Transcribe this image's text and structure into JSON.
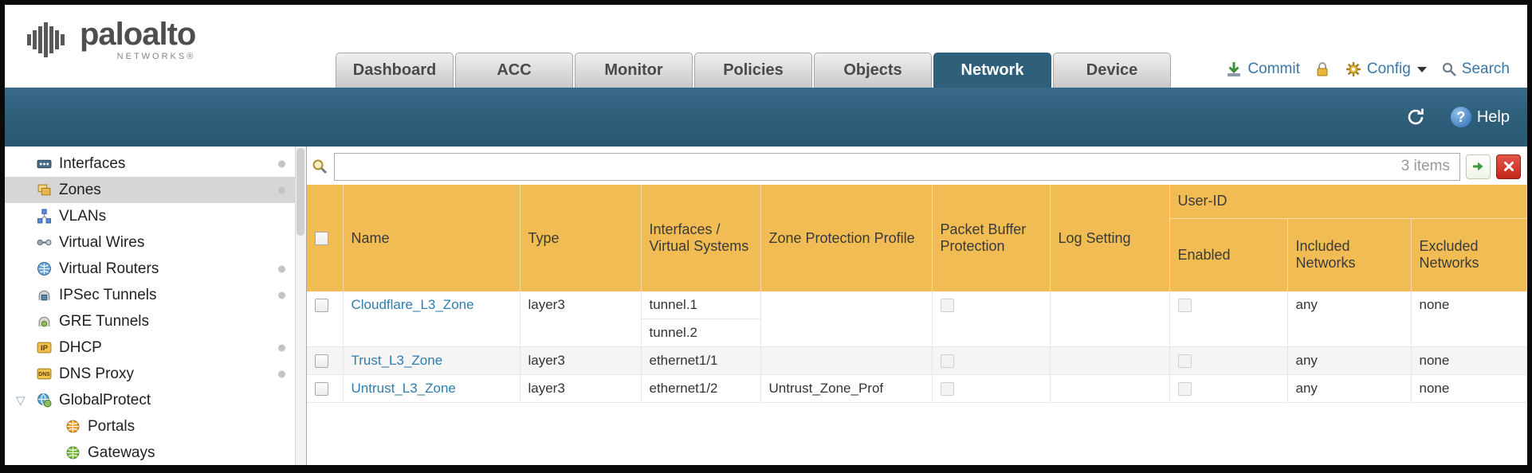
{
  "brand": {
    "name": "paloalto",
    "sub": "NETWORKS®"
  },
  "nav": {
    "tabs": [
      "Dashboard",
      "ACC",
      "Monitor",
      "Policies",
      "Objects",
      "Network",
      "Device"
    ],
    "active_tab": "Network"
  },
  "header_actions": {
    "commit": "Commit",
    "config": "Config",
    "search": "Search"
  },
  "toolbar": {
    "help": "Help"
  },
  "icons": {
    "help_glyph": "?"
  },
  "sidebar": {
    "items": [
      {
        "label": "Interfaces",
        "icon": "interfaces-icon",
        "dot": true
      },
      {
        "label": "Zones",
        "icon": "zones-icon",
        "selected": true,
        "dot": true
      },
      {
        "label": "VLANs",
        "icon": "vlans-icon"
      },
      {
        "label": "Virtual Wires",
        "icon": "virtual-wires-icon"
      },
      {
        "label": "Virtual Routers",
        "icon": "virtual-routers-icon",
        "dot": true
      },
      {
        "label": "IPSec Tunnels",
        "icon": "ipsec-tunnels-icon",
        "dot": true
      },
      {
        "label": "GRE Tunnels",
        "icon": "gre-tunnels-icon"
      },
      {
        "label": "DHCP",
        "icon": "dhcp-icon",
        "dot": true
      },
      {
        "label": "DNS Proxy",
        "icon": "dns-proxy-icon",
        "dot": true
      },
      {
        "label": "GlobalProtect",
        "icon": "globalprotect-icon",
        "expanded": true
      },
      {
        "label": "Portals",
        "icon": "portals-icon",
        "indent": 1
      },
      {
        "label": "Gateways",
        "icon": "gateways-icon",
        "indent": 1
      }
    ]
  },
  "filter_bar": {
    "value": "",
    "items_count": "3 items"
  },
  "table": {
    "group_header": "User-ID",
    "columns": {
      "name": "Name",
      "type": "Type",
      "interfaces": "Interfaces / Virtual Systems",
      "zpp": "Zone Protection Profile",
      "pbp": "Packet Buffer Protection",
      "log": "Log Setting",
      "enabled": "Enabled",
      "included": "Included Networks",
      "excluded": "Excluded Networks"
    },
    "rows": [
      {
        "name": "Cloudflare_L3_Zone",
        "type": "layer3",
        "interfaces": [
          "tunnel.1",
          "tunnel.2"
        ],
        "zone_protection_profile": "",
        "packet_buffer_protection": false,
        "log_setting": "",
        "user_id_enabled": false,
        "included_networks": "any",
        "excluded_networks": "none"
      },
      {
        "name": "Trust_L3_Zone",
        "type": "layer3",
        "interfaces": [
          "ethernet1/1"
        ],
        "zone_protection_profile": "",
        "packet_buffer_protection": false,
        "log_setting": "",
        "user_id_enabled": false,
        "included_networks": "any",
        "excluded_networks": "none"
      },
      {
        "name": "Untrust_L3_Zone",
        "type": "layer3",
        "interfaces": [
          "ethernet1/2"
        ],
        "zone_protection_profile": "Untrust_Zone_Prof",
        "packet_buffer_protection": false,
        "log_setting": "",
        "user_id_enabled": false,
        "included_networks": "any",
        "excluded_networks": "none"
      }
    ]
  },
  "colors": {
    "header_teal": "#2e5f7b",
    "table_header_orange": "#f1bc53",
    "user_id_band": "#e9ac3b",
    "link_blue": "#2e7dad",
    "action_blue": "#3878a8"
  }
}
